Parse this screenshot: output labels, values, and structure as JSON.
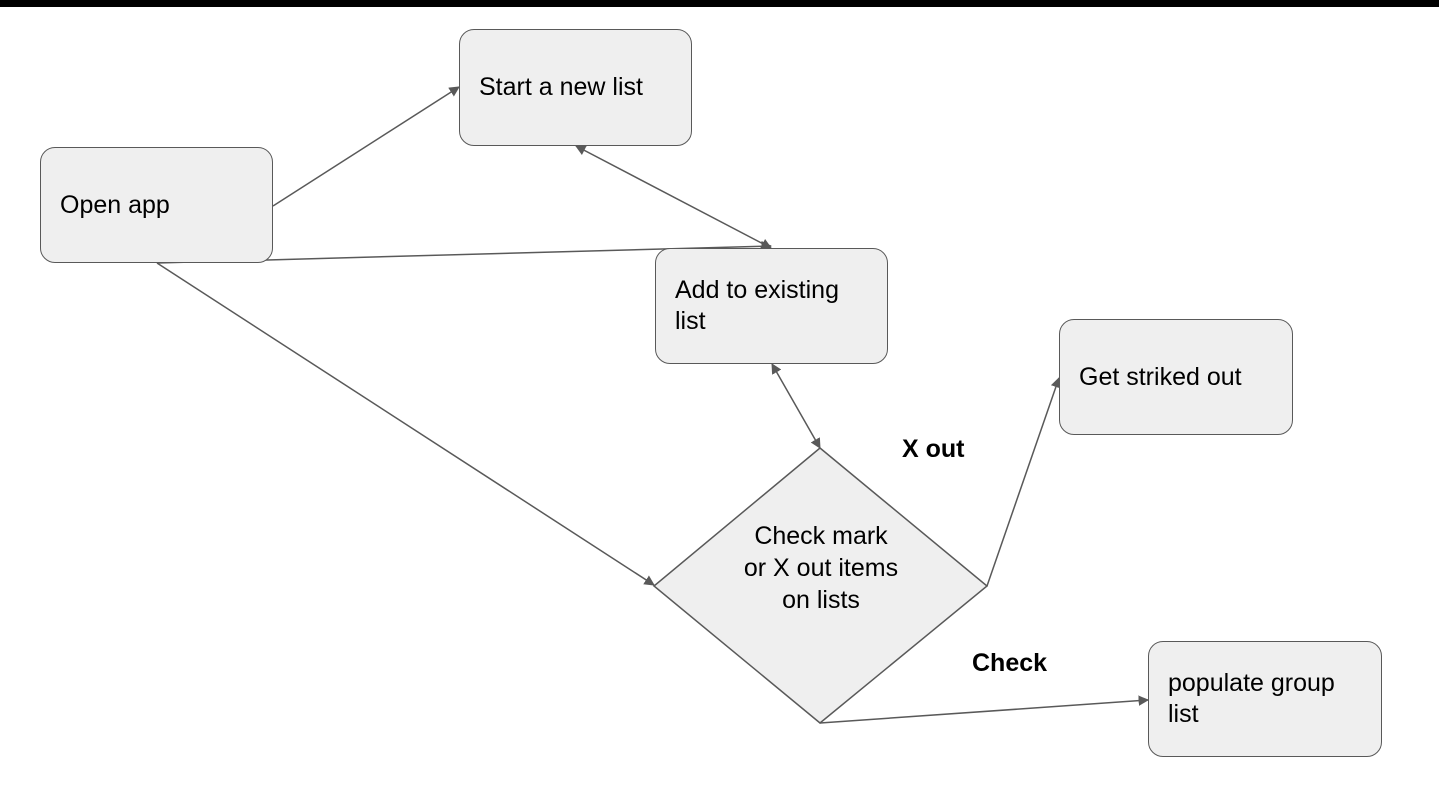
{
  "nodes": {
    "start_new_list": "Start a new list",
    "open_app": "Open app",
    "add_existing": "Add to existing list",
    "striked_out": "Get striked out",
    "populate_group": "populate group list",
    "decision": "Check mark or X out items on lists"
  },
  "edge_labels": {
    "x_out": "X out",
    "check": "Check"
  },
  "colors": {
    "node_fill": "#efefef",
    "node_border": "#595959",
    "connector": "#595959",
    "top_border": "#000000"
  }
}
